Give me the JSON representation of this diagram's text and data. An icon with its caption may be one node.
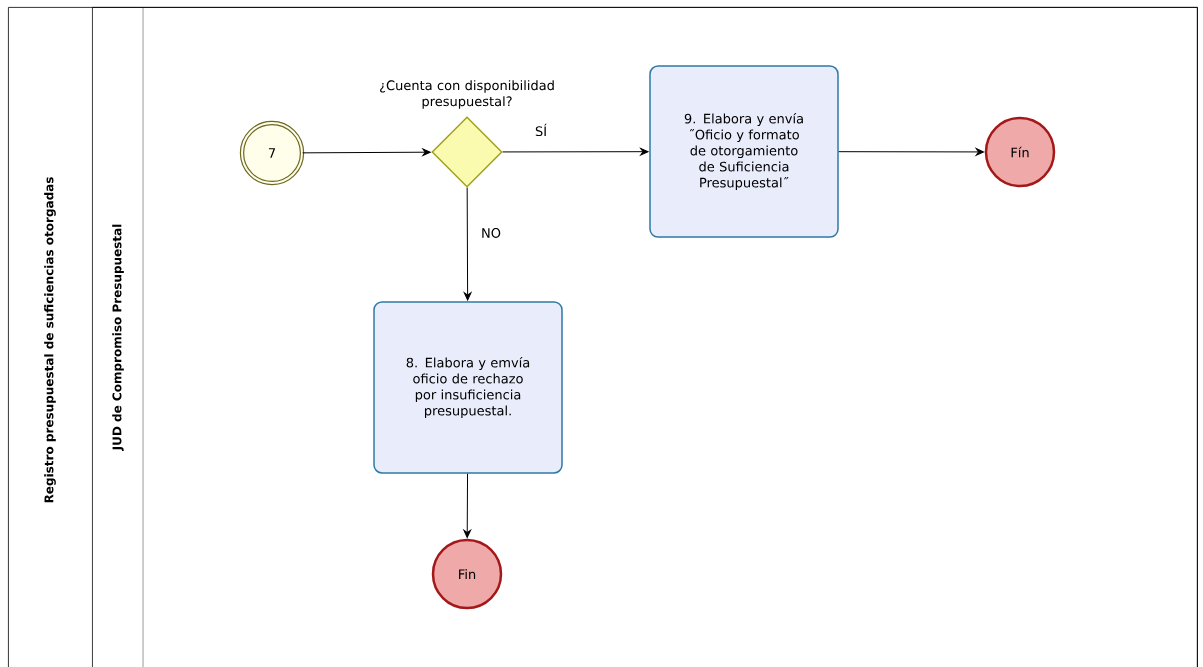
{
  "diagram": {
    "nodes": [
      {
        "text": [
          "Registro presupuestal de suficiencias otorgadas"
        ]
      },
      {
        "text": [
          "JUD de Compromiso Presupuestal"
        ],
        "in": 0
      },
      {
        "text": [
          "7"
        ],
        "in": 1
      },
      {
        "text": [
          "¿Cuenta con disponibilidad presupuestal?"
        ],
        "in": 1
      },
      {
        "text": [
          "9. Elabora y envía ˝Oficio y formato de otorgamiento de Suficiencia Presupuestal˝"
        ],
        "in": 1
      },
      {
        "text": [
          "Fín"
        ],
        "in": 1
      },
      {
        "text": [
          "8. Elabora y emvía oficio de rechazo por insuficiencia presupuestal."
        ],
        "in": 1
      },
      {
        "text": [
          "Fin"
        ],
        "in": 1
      }
    ],
    "edges": [
      {
        "from": 2,
        "to": 3,
        "arrow": "to"
      },
      {
        "from": 3,
        "to": 4,
        "arrow": "to",
        "label": "SÍ"
      },
      {
        "from": 4,
        "to": 5,
        "arrow": "to"
      },
      {
        "from": 3,
        "to": 6,
        "arrow": "to",
        "label": "NO"
      },
      {
        "from": 6,
        "to": 7,
        "arrow": "to"
      }
    ]
  }
}
